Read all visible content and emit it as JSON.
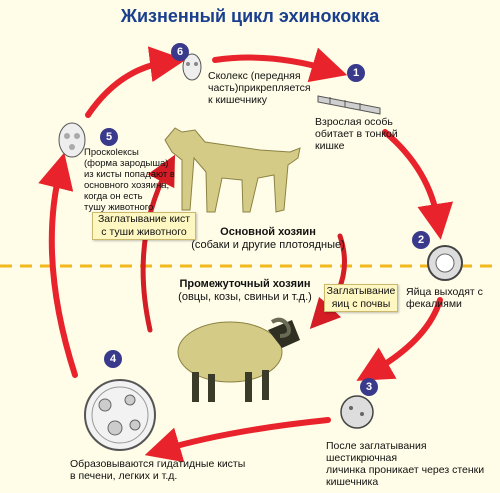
{
  "title": "Жизненный цикл эхинококка",
  "steps": [
    {
      "number": "1",
      "text": "Взрослая особь\nобитает в тонкой\nкишке"
    },
    {
      "number": "2",
      "text": "Яйца выходят с\nфекалиями"
    },
    {
      "number": "3",
      "text": "После заглатывания шестикрючная\nличинка проникает через стенки\nкишечника"
    },
    {
      "number": "4",
      "text": "Образовываются гидатидные кисты\nв печени, легких и т.д."
    },
    {
      "number": "5",
      "text": "Проскolексы\n(форма зародыша)\nиз кисты попадают в\nосновного хозяина,\nкогда он есть\nтушу животного"
    },
    {
      "number": "6",
      "text": "Сколекс (передняя\nчасть)прикрепляется\nк кишечнику"
    }
  ],
  "definitive_host": {
    "title": "Основной хозяин",
    "subtitle": "(собаки и другие плотоядные)"
  },
  "intermediate_host": {
    "title": "Промежуточный хозяин",
    "subtitle": "(овцы, козы, свиньи и т.д.)"
  },
  "boxes": {
    "carcass_cysts": "Заглатывание кист\nс туши животного",
    "soil_eggs": "Заглатывание\nяиц с почвы"
  },
  "colors": {
    "arrow": "#e8232b",
    "divider": "#f2b81d",
    "title": "#1a3f8f",
    "badge": "#3a3a8c",
    "animal": "#d4cc86"
  }
}
